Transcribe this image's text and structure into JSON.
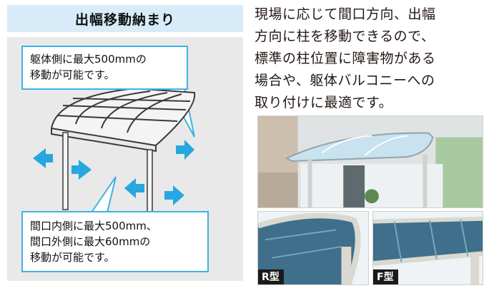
{
  "header": {
    "title": "出幅移動納まり"
  },
  "callouts": {
    "top": [
      "躯体側に最大500mmの",
      "移動が可能です。"
    ],
    "bottom": [
      "間口内側に最大500mm、",
      "間口外側に最大60mmの",
      "移動が可能です。"
    ]
  },
  "description": [
    "現場に応じて間口方向、出幅",
    "方向に柱を移動できるので、",
    "標準の柱位置に障害物がある",
    "場合や、躯体バルコニーへの",
    "取り付けに最適です。"
  ],
  "photos": {
    "r_type_label": "R型",
    "f_type_label": "F型"
  },
  "colors": {
    "header_bg": "#d7ecf8",
    "panel_bg": "#e9e9e9",
    "arrow": "#27a7e0",
    "callout_border": "#3fb1e4"
  }
}
